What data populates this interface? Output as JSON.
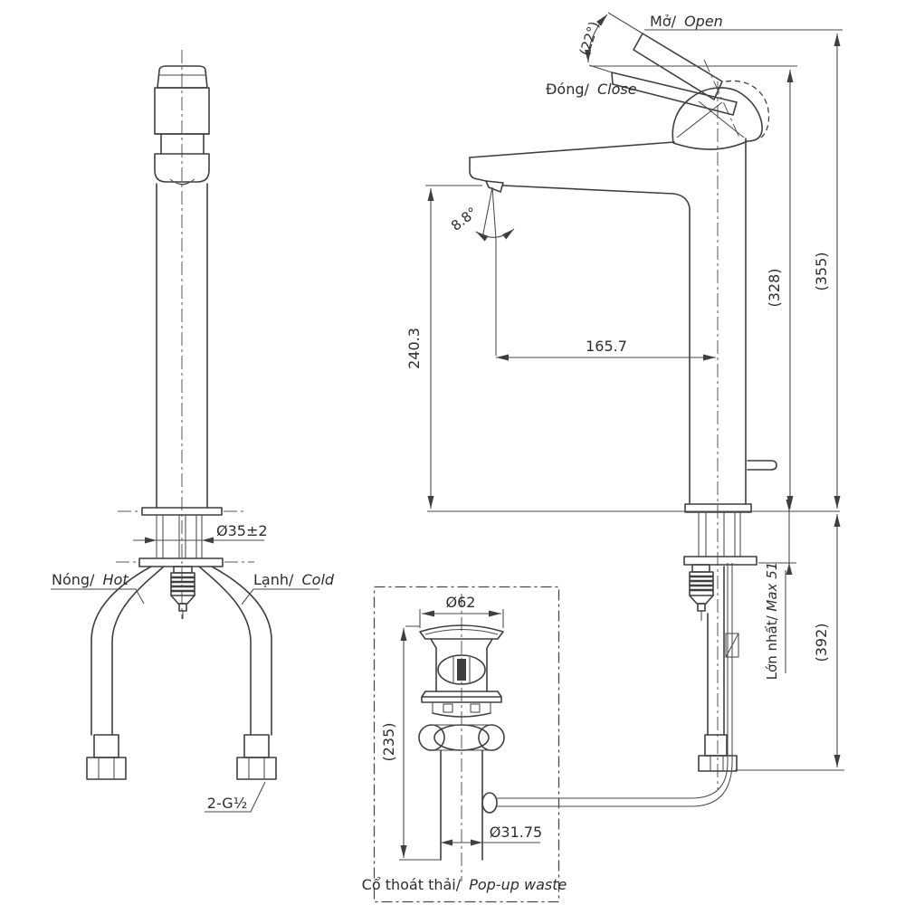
{
  "front_view": {
    "hot_vi": "Nóng/",
    "hot_en": "Hot",
    "cold_vi": "Lạnh/",
    "cold_en": "Cold",
    "shank_diameter": "Ø35±2",
    "inlet_thread": "2-G½"
  },
  "side_view": {
    "open_vi": "Mở/",
    "open_en": "Open",
    "close_vi": "Đóng/",
    "close_en": "Close",
    "handle_angle": "(22°)",
    "spout_angle": "8.8°",
    "spout_outlet_height": "240.3",
    "spout_reach": "165.7",
    "height_to_close_handle": "(328)",
    "height_to_open_handle": "(355)",
    "below_deck_depth": "(392)",
    "max_deck_vi": "Lớn nhất/",
    "max_deck_en": "Max 51"
  },
  "popup_waste": {
    "caption_vi": "Cổ thoát thải/",
    "caption_en": "Pop-up waste",
    "flange_diameter": "Ø62",
    "body_length": "(235)",
    "tail_diameter": "Ø31.75"
  },
  "colors": {
    "line": "#3f3f3f",
    "dimension": "#4a4a4a",
    "background": "#ffffff"
  }
}
